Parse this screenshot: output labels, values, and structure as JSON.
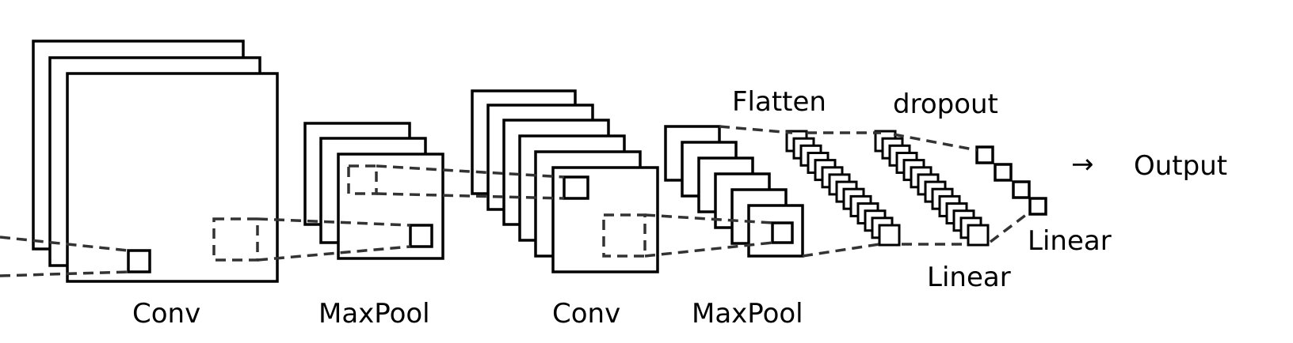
{
  "labels": {
    "conv_1": "Conv",
    "maxpool_1": "MaxPool",
    "conv_2": "Conv",
    "maxpool_2": "MaxPool",
    "flatten": "Flatten",
    "dropout": "dropout",
    "linear_1": "Linear",
    "linear_2": "Linear",
    "arrow": "→",
    "output": "Output"
  },
  "colors": {
    "stroke": "#000000",
    "dash": "#333333",
    "background": "#ffffff"
  }
}
